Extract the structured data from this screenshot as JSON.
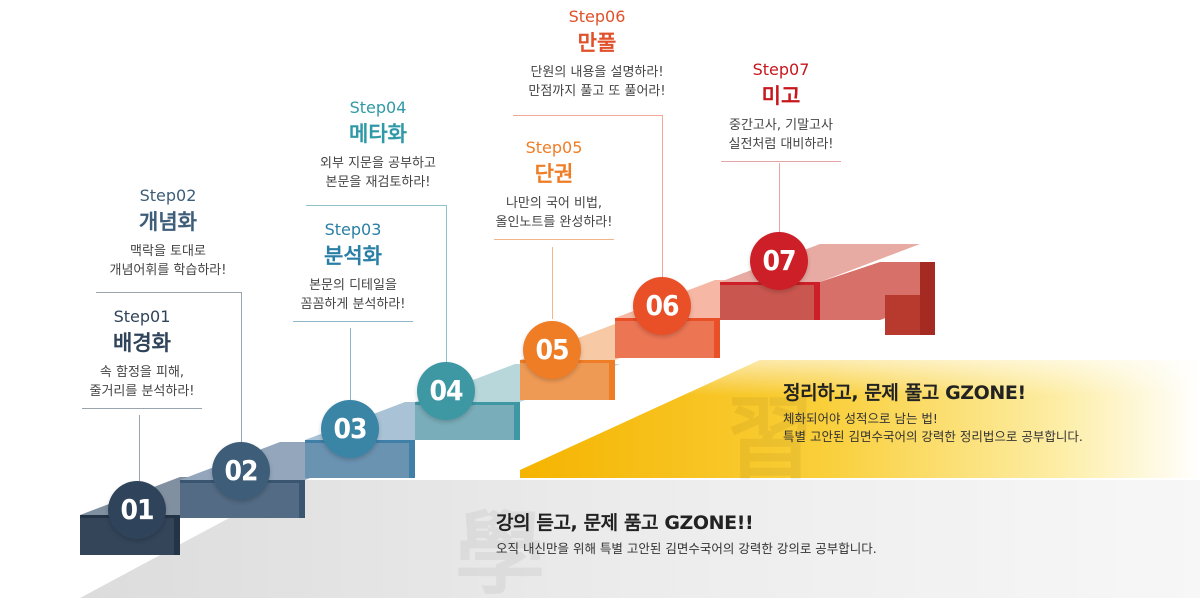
{
  "steps": [
    {
      "number": "01",
      "step": "Step01",
      "title": "배경화",
      "desc1": "속 함정을 피해,",
      "desc2": "줄거리를 분석하라!",
      "color": "#2f435a",
      "title_color": "#2f435a"
    },
    {
      "number": "02",
      "step": "Step02",
      "title": "개념화",
      "desc1": "맥락을 토대로",
      "desc2": "개념어휘를 학습하라!",
      "color": "#3d5d78",
      "title_color": "#3d5d78"
    },
    {
      "number": "03",
      "step": "Step03",
      "title": "분석화",
      "desc1": "본문의 디테일을",
      "desc2": "꼼꼼하게 분석하라!",
      "color": "#3a84a6",
      "title_color": "#2a7fa6"
    },
    {
      "number": "04",
      "step": "Step04",
      "title": "메타화",
      "desc1": "외부 지문을 공부하고",
      "desc2": "본문을 재검토하라!",
      "color": "#3e98a4",
      "title_color": "#2f9aa6"
    },
    {
      "number": "05",
      "step": "Step05",
      "title": "단권",
      "desc1": "나만의 국어 비법,",
      "desc2": "올인노트를 완성하라!",
      "color": "#ef7d26",
      "title_color": "#ef7d26"
    },
    {
      "number": "06",
      "step": "Step06",
      "title": "만풀",
      "desc1": "단원의 내용을 설명하라!",
      "desc2": "만점까지 풀고 또 풀어라!",
      "color": "#ea5028",
      "title_color": "#e0502a"
    },
    {
      "number": "07",
      "step": "Step07",
      "title": "미고",
      "desc1": "중간고사, 기말고사",
      "desc2": "실전처럼 대비하라!",
      "color": "#cc1f27",
      "title_color": "#c8161d"
    }
  ],
  "banner_top": {
    "title": "정리하고, 문제 풀고 GZONE!",
    "line1": "체화되어야 성적으로 남는 법!",
    "line2": "특별 고안된 김면수국어의 강력한 정리법으로 공부합니다."
  },
  "banner_bottom": {
    "title": "강의 듣고, 문제 품고 GZONE!!",
    "line1": "오직 내신만을 위해 특별 고안된 김면수국어의 강력한 강의로 공부합니다."
  }
}
